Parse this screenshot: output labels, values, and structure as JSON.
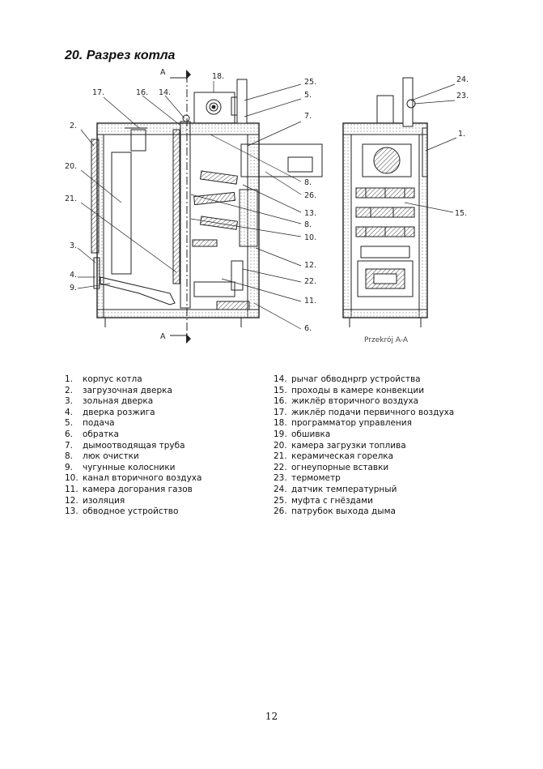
{
  "title": "20. Разрез котла",
  "section_marks": {
    "top": "A",
    "bottom": "A"
  },
  "section_label": "Przekrój A-A",
  "callouts_left_view": [
    "17.",
    "16.",
    "14.",
    "18.",
    "25.",
    "5.",
    "2.",
    "7.",
    "20.",
    "21.",
    "8.",
    "26.",
    "13.",
    "8.",
    "10.",
    "3.",
    "4.",
    "9.",
    "12.",
    "22.",
    "11.",
    "6."
  ],
  "callouts_right_view": [
    "24.",
    "23.",
    "1.",
    "15."
  ],
  "legend_left": [
    {
      "num": "1.",
      "text": "корпус котла"
    },
    {
      "num": "2.",
      "text": "загрузочная дверка"
    },
    {
      "num": "3.",
      "text": "зольная дверка"
    },
    {
      "num": "4.",
      "text": "дверка розжига"
    },
    {
      "num": "5.",
      "text": "подача"
    },
    {
      "num": "6.",
      "text": "обратка"
    },
    {
      "num": "7.",
      "text": "дымоотводящая труба"
    },
    {
      "num": "8.",
      "text": "люк очистки"
    },
    {
      "num": "9.",
      "text": "чугунные колосники"
    },
    {
      "num": "10.",
      "text": "канал вторичного воздуха"
    },
    {
      "num": "11.",
      "text": "камера догорания газов"
    },
    {
      "num": "12.",
      "text": "изоляция"
    },
    {
      "num": "13.",
      "text": "обводное устройство"
    }
  ],
  "legend_right": [
    {
      "num": "14.",
      "text": "рычаг обводнрrр устройства"
    },
    {
      "num": "15.",
      "text": "проходы в камере конвекции"
    },
    {
      "num": "16.",
      "text": "жиклёр вторичного воздуха"
    },
    {
      "num": "17.",
      "text": "жиклёр подачи первичного воздуха"
    },
    {
      "num": "18.",
      "text": "программатор управления"
    },
    {
      "num": "19.",
      "text": "обшивка"
    },
    {
      "num": "20.",
      "text": "камера загрузки топлива"
    },
    {
      "num": "21.",
      "text": "керамическая горелка"
    },
    {
      "num": "22.",
      "text": "огнеупорные вставки"
    },
    {
      "num": "23.",
      "text": "термометр"
    },
    {
      "num": "24.",
      "text": "датчик температурный"
    },
    {
      "num": "25.",
      "text": "муфта с гнёздами"
    },
    {
      "num": "26.",
      "text": "патрубок выхода дыма"
    }
  ],
  "page_number": "12"
}
